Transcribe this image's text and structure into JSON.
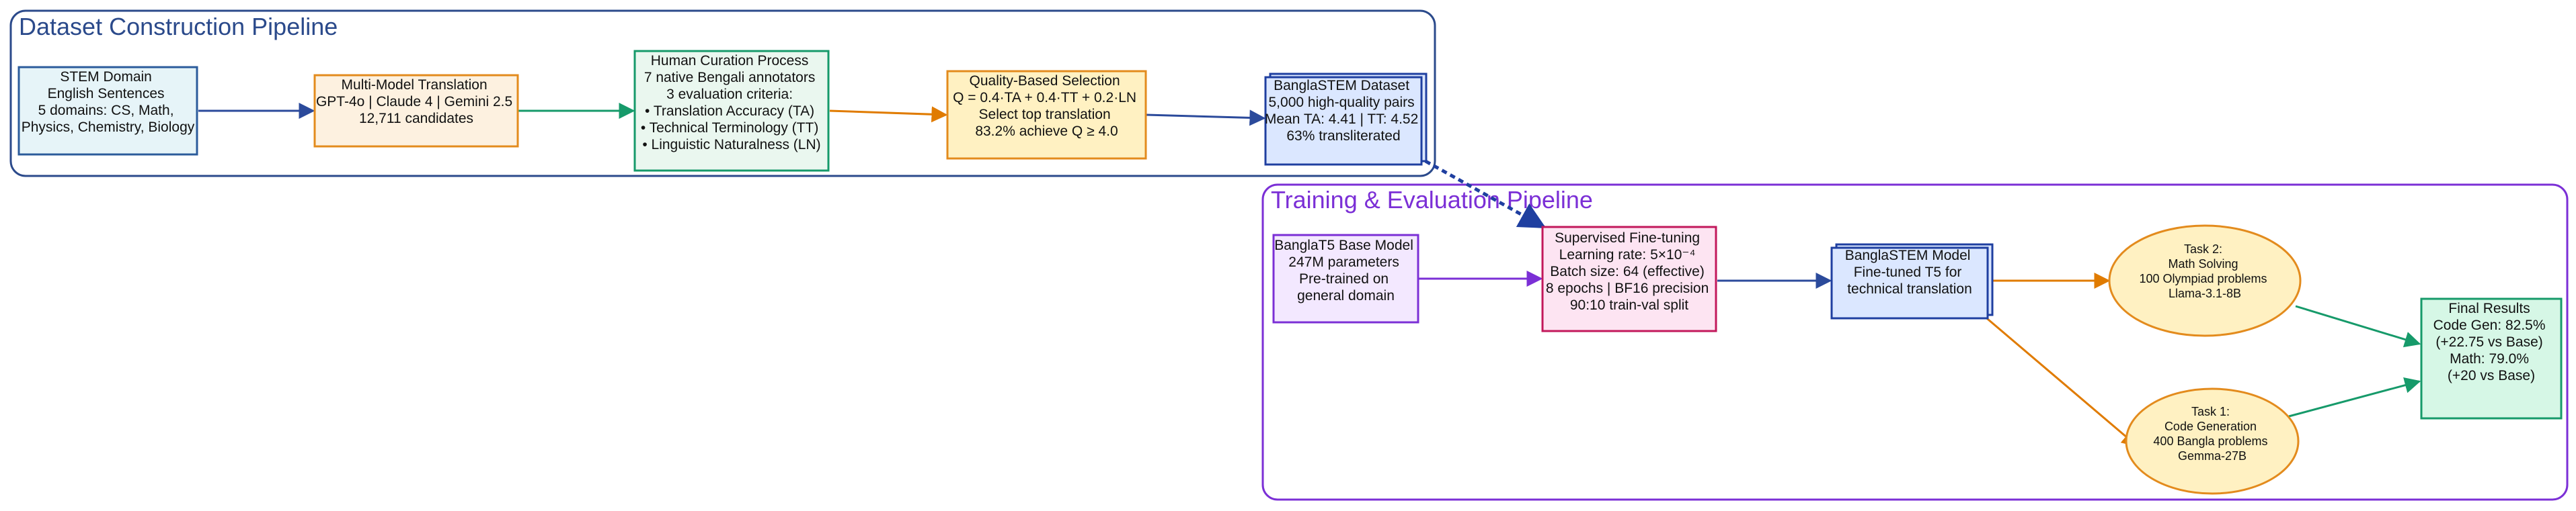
{
  "clusters": {
    "dataset": {
      "title": "Dataset Construction Pipeline",
      "color": "#2b4a8b"
    },
    "training": {
      "title": "Training & Evaluation Pipeline",
      "color": "#7b2fd6"
    }
  },
  "nodes": {
    "stem": {
      "lines": [
        "STEM Domain",
        "English Sentences",
        "",
        "5 domains: CS, Math,",
        "Physics, Chemistry, Biology"
      ],
      "fill": "#e6f4f8",
      "stroke": "#2b5b9b"
    },
    "translation": {
      "lines": [
        "Multi-Model Translation",
        "",
        "GPT-4o | Claude 4 | Gemini 2.5",
        "12,711 candidates"
      ],
      "fill": "#fdf1e0",
      "stroke": "#e38b1d"
    },
    "curation": {
      "lines": [
        "Human Curation Process",
        "",
        "7 native Bengali annotators",
        "3 evaluation criteria:",
        "• Translation Accuracy (TA)",
        "• Technical Terminology (TT)",
        "• Linguistic Naturalness (LN)"
      ],
      "fill": "#eaf7ef",
      "stroke": "#169a6a"
    },
    "selection": {
      "lines": [
        "Quality-Based Selection",
        "",
        "Q = 0.4·TA + 0.4·TT + 0.2·LN",
        "Select top translation",
        "83.2% achieve Q ≥ 4.0"
      ],
      "fill": "#fff1c2",
      "stroke": "#e38b1d"
    },
    "dataset": {
      "lines": [
        "BanglaSTEM Dataset",
        "",
        "5,000 high-quality pairs",
        "Mean TA: 4.41 | TT: 4.52",
        "63% transliterated"
      ],
      "fill": "#dbe7ff",
      "stroke": "#1f3fa0"
    },
    "base": {
      "lines": [
        "BanglaT5 Base Model",
        "",
        "247M parameters",
        "Pre-trained on",
        "general domain"
      ],
      "fill": "#f3e8ff",
      "stroke": "#7b2fd6"
    },
    "sft": {
      "lines": [
        "Supervised Fine-tuning",
        "",
        "Learning rate: 5×10⁻⁴",
        "Batch size: 64 (effective)",
        "8 epochs | BF16 precision",
        "90:10 train-val split"
      ],
      "fill": "#fde4f2",
      "stroke": "#c2185b"
    },
    "model": {
      "lines": [
        "BanglaSTEM Model",
        "",
        "Fine-tuned T5 for",
        "technical translation"
      ],
      "fill": "#dbe7ff",
      "stroke": "#1f3fa0"
    },
    "task2": {
      "lines": [
        "Task 2:",
        "Math Solving",
        "",
        "100 Olympiad problems",
        "Llama-3.1-8B"
      ],
      "fill": "#fff1c2",
      "stroke": "#e38b1d"
    },
    "task1": {
      "lines": [
        "Task 1:",
        "Code Generation",
        "",
        "400 Bangla problems",
        "Gemma-27B"
      ],
      "fill": "#fff1c2",
      "stroke": "#e38b1d"
    },
    "results": {
      "lines": [
        "Final Results",
        "",
        "Code Gen: 82.5%",
        "(+22.75 vs Base)",
        "",
        "Math: 79.0%",
        "(+20 vs Base)"
      ],
      "fill": "#d6f7e6",
      "stroke": "#169a6a"
    }
  },
  "edge_colors": {
    "blue": "#2b4a9b",
    "green": "#169a6a",
    "orange": "#e07b00",
    "purple": "#7b2fd6",
    "dashed_blue": "#1f3fa0"
  }
}
